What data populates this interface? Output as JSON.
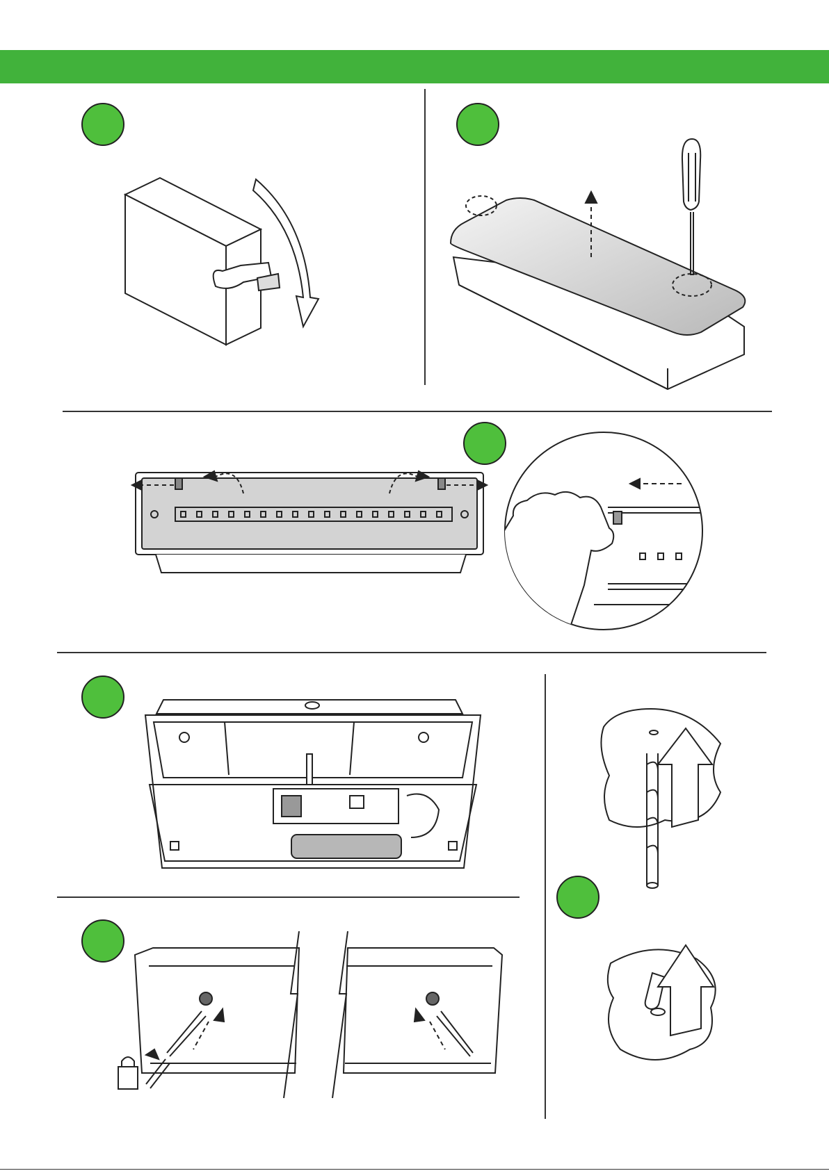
{
  "colors": {
    "brand_green": "#41b23b",
    "badge_green": "#4fbf3c",
    "line": "#222222",
    "panel_grey": "#d3d3d3"
  },
  "steps": [
    {
      "id": "unpack",
      "icon": "open-box-icon"
    },
    {
      "id": "remove-cover",
      "icon": "screwdriver-icon"
    },
    {
      "id": "release-clips",
      "icon": "hand-clip-icon"
    },
    {
      "id": "open-housing",
      "icon": "housing-interior-icon"
    },
    {
      "id": "fix-screws",
      "icon": "screw-mounting-icon"
    },
    {
      "id": "drill-and-plug",
      "icon": "drill-bit-icon"
    }
  ]
}
